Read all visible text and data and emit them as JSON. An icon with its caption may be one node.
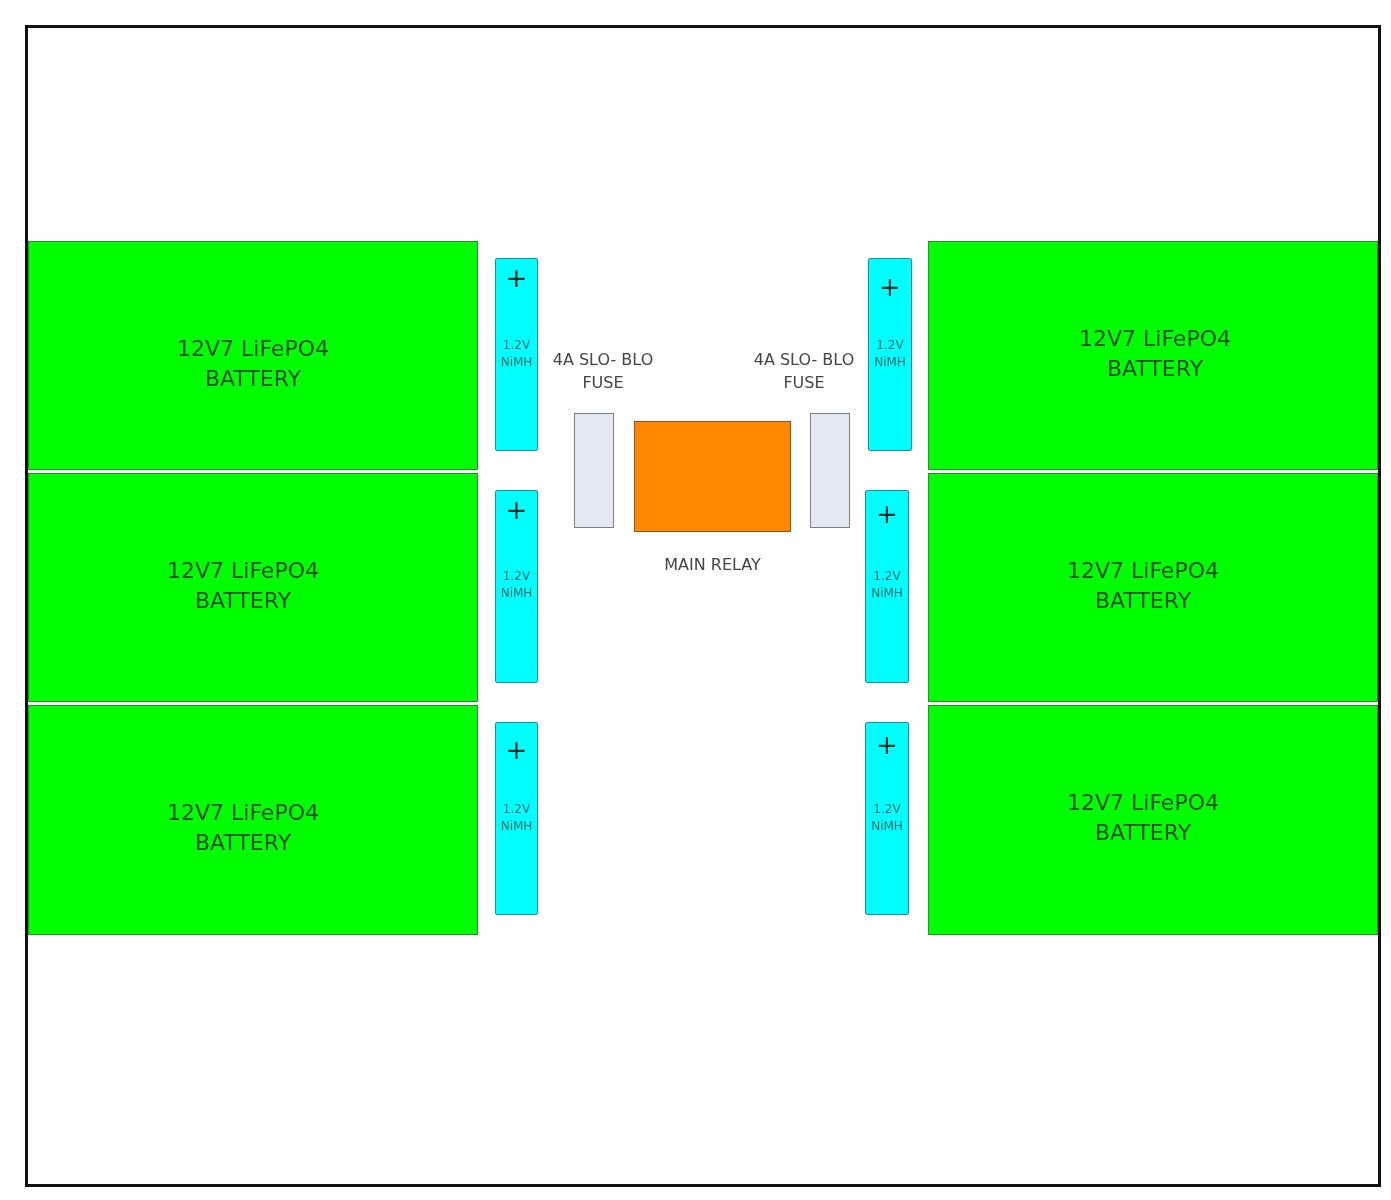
{
  "diagram": {
    "nodes": [
      {
        "text": [],
        "shape": "box"
      },
      {
        "text": [
          "12V7 LiFePO4 BATTERY"
        ],
        "in": 0
      },
      {
        "text": [
          "+",
          "1.2V NiMH"
        ],
        "in": 0
      },
      {
        "text": [
          "4A SLO- BLO FUSE"
        ],
        "in": 0
      },
      {
        "text": [
          "MAIN RELAY"
        ],
        "in": 0
      },
      {
        "text": [
          "4A SLO- BLO FUSE"
        ],
        "in": 0
      },
      {
        "text": [
          "+",
          "1.2V NiMH"
        ],
        "in": 0
      },
      {
        "text": [
          "12V7 LiFePO4 BATTERY"
        ],
        "in": 0
      },
      {
        "text": [
          "12V7 LiFePO4 BATTERY"
        ],
        "in": 0
      },
      {
        "text": [
          "+",
          "1.2V NiMH"
        ],
        "in": 0
      },
      {
        "text": [
          "+",
          "1.2V NiMH"
        ],
        "in": 0
      },
      {
        "text": [
          "12V7 LiFePO4 BATTERY"
        ],
        "in": 0
      },
      {
        "text": [
          "12V7 LiFePO4 BATTERY"
        ],
        "in": 0
      },
      {
        "text": [
          "+",
          "1.2V NiMH"
        ],
        "in": 0
      },
      {
        "text": [
          "+",
          "1.2V NiMH"
        ],
        "in": 0
      },
      {
        "text": [
          "12V7 LiFePO4 BATTERY"
        ],
        "in": 0
      }
    ]
  }
}
